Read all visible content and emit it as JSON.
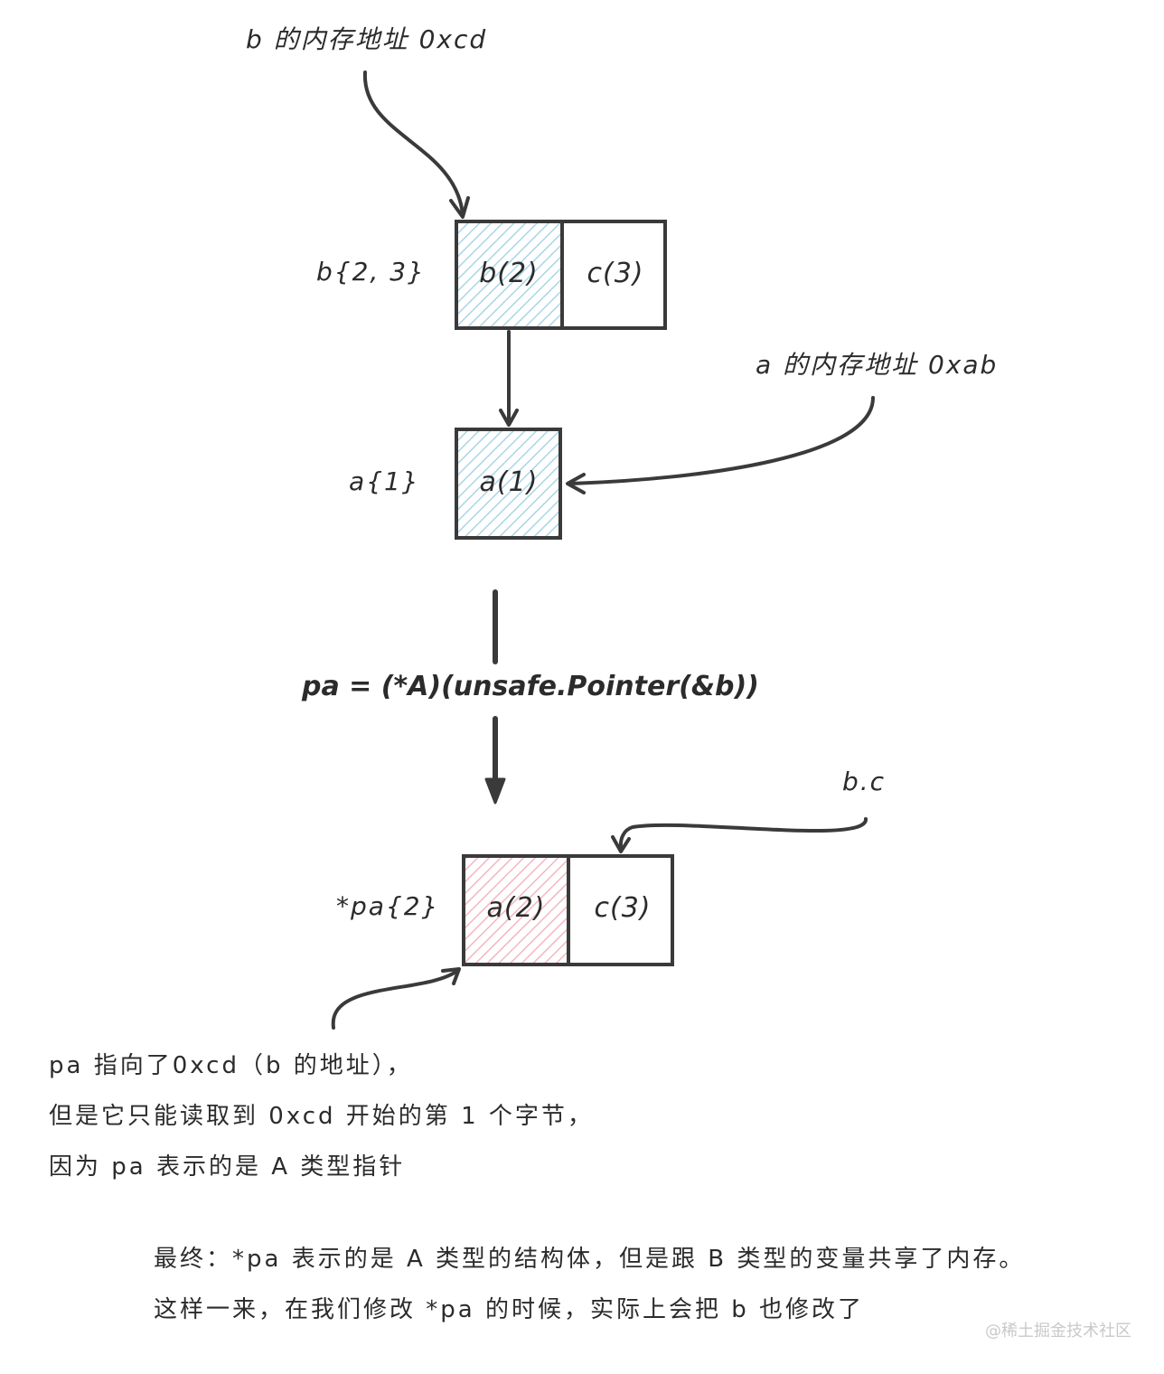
{
  "labels": {
    "b_address": "b 的内存地址 0xcd",
    "b_struct": "b{2, 3}",
    "a_address": "a 的内存地址 0xab",
    "a_struct": "a{1}",
    "expression": "pa = (*A)(unsafe.Pointer(&b))",
    "bc_pointer": "b.c",
    "pa_struct": "*pa{2}"
  },
  "cells": {
    "b_field_b": "b(2)",
    "b_field_c": "c(3)",
    "a_field_a": "a(1)",
    "pa_field_a": "a(2)",
    "pa_field_c": "c(3)"
  },
  "note_pa": {
    "line1": "pa 指向了0xcd（b 的地址），",
    "line2": "但是它只能读取到 0xcd 开始的第 1 个字节，",
    "line3": "因为 pa 表示的是 A 类型指针"
  },
  "conclusion": {
    "line1": "最终：*pa 表示的是 A 类型的结构体，但是跟 B 类型的变量共享了内存。",
    "line2": "这样一来，在我们修改 *pa 的时候，实际上会把 b 也修改了"
  },
  "watermark": "@稀土掘金技术社区",
  "colors": {
    "ink": "#3a3a3a",
    "hatch_blue": "#a9d6e5",
    "hatch_pink": "#f4b6c0"
  }
}
